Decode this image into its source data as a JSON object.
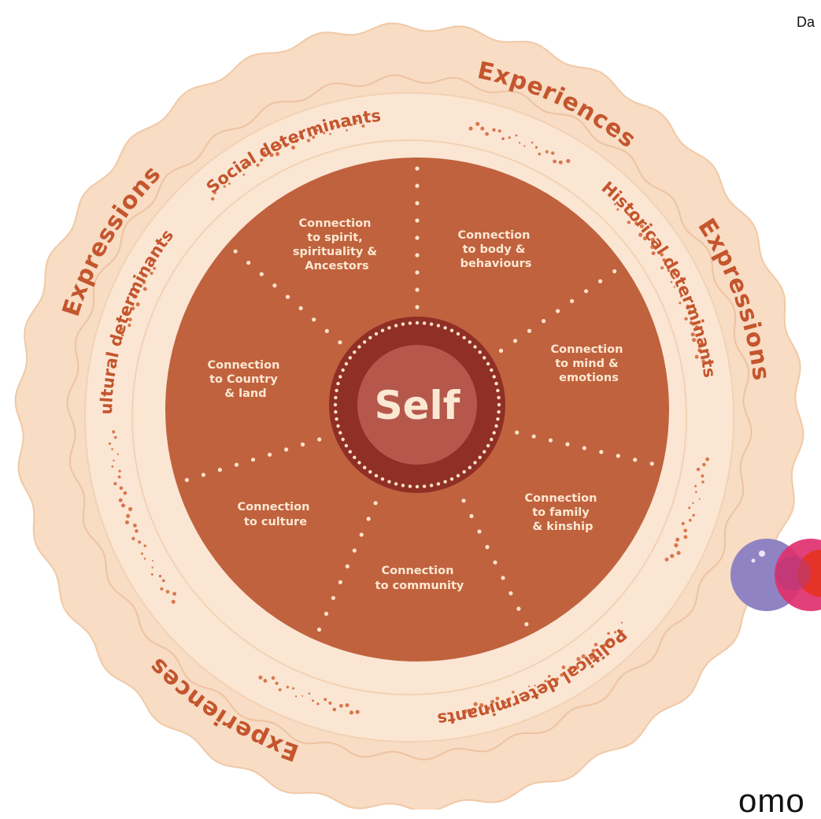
{
  "colors": {
    "outer_ring": "#f8dcc4",
    "band": "#fbe6d4",
    "inner_disc": "#c0623e",
    "core": "#8f2f25",
    "self_disc": "#b6574c",
    "orange_text": "#c4552d",
    "cream_text": "#fbe8d2",
    "dots": "#fbe3c9",
    "logo_purple": "#8f83c4",
    "logo_magenta": "#e0306f",
    "logo_red": "#e6332a"
  },
  "corner_text": "Da",
  "logo_word": "omo",
  "center": {
    "label": "Self"
  },
  "outer_ring": {
    "labels": [
      {
        "text": "Experiences",
        "position": "top-right"
      },
      {
        "text": "Expressions",
        "position": "top-left"
      },
      {
        "text": "Expressions",
        "position": "bottom-right"
      },
      {
        "text": "Experiences",
        "position": "bottom-left"
      }
    ]
  },
  "determinants_ring": {
    "labels": [
      {
        "text": "Social determinants",
        "position": "top"
      },
      {
        "text": "Historical determinants",
        "position": "right"
      },
      {
        "text": "Political determinants",
        "position": "bottom"
      },
      {
        "text": "Cultural determinants",
        "position": "left"
      }
    ]
  },
  "segments": [
    {
      "lines": [
        "Connection",
        "to spirit,",
        "spirituality &",
        "Ancestors"
      ]
    },
    {
      "lines": [
        "Connection",
        "to body &",
        "behaviours"
      ]
    },
    {
      "lines": [
        "Connection",
        "to mind &",
        "emotions"
      ]
    },
    {
      "lines": [
        "Connection",
        "to family",
        "& kinship"
      ]
    },
    {
      "lines": [
        "Connection",
        "to community"
      ]
    },
    {
      "lines": [
        "Connection",
        "to culture"
      ]
    },
    {
      "lines": [
        "Connection",
        "to Country",
        "& land"
      ]
    }
  ]
}
